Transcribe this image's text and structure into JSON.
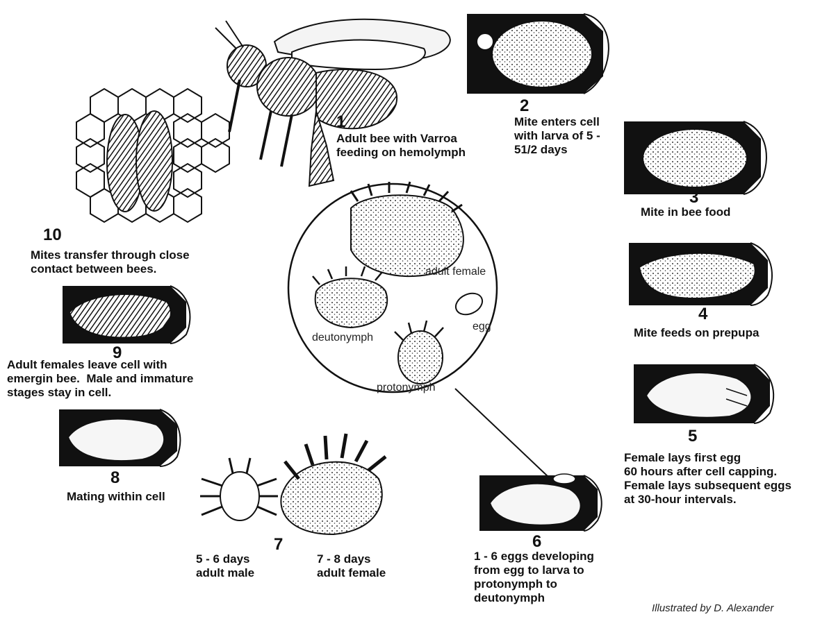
{
  "stages": {
    "s1": {
      "number": "1",
      "caption": "Adult bee with Varroa\nfeeding on hemolymph"
    },
    "s2": {
      "number": "2",
      "caption": "Mite enters cell\nwith larva of 5 -\n51/2 days"
    },
    "s3": {
      "number": "3",
      "caption": "Mite in bee food"
    },
    "s4": {
      "number": "4",
      "caption": "Mite feeds on prepupa"
    },
    "s5": {
      "number": "5",
      "caption": "Female lays first egg\n60 hours after cell capping.\nFemale lays subsequent eggs\nat 30-hour intervals."
    },
    "s6": {
      "number": "6",
      "caption": "1 - 6 eggs developing\nfrom egg to larva to\nprotonymph to\ndeutonymph"
    },
    "s7": {
      "number": "7",
      "male_caption": "5 - 6 days\nadult male",
      "female_caption": "7 - 8 days\nadult female"
    },
    "s8": {
      "number": "8",
      "caption": "Mating within cell"
    },
    "s9": {
      "number": "9",
      "caption": "Adult females leave cell with\nemergin bee.  Male and immature\nstages stay in cell."
    },
    "s10": {
      "number": "10",
      "caption": "Mites transfer through close\ncontact between bees."
    }
  },
  "inset": {
    "adult_female": "adult female",
    "egg": "egg",
    "deutonymph": "deutonymph",
    "protonymph": "protonymph"
  },
  "credit": "Illustrated by D. Alexander"
}
